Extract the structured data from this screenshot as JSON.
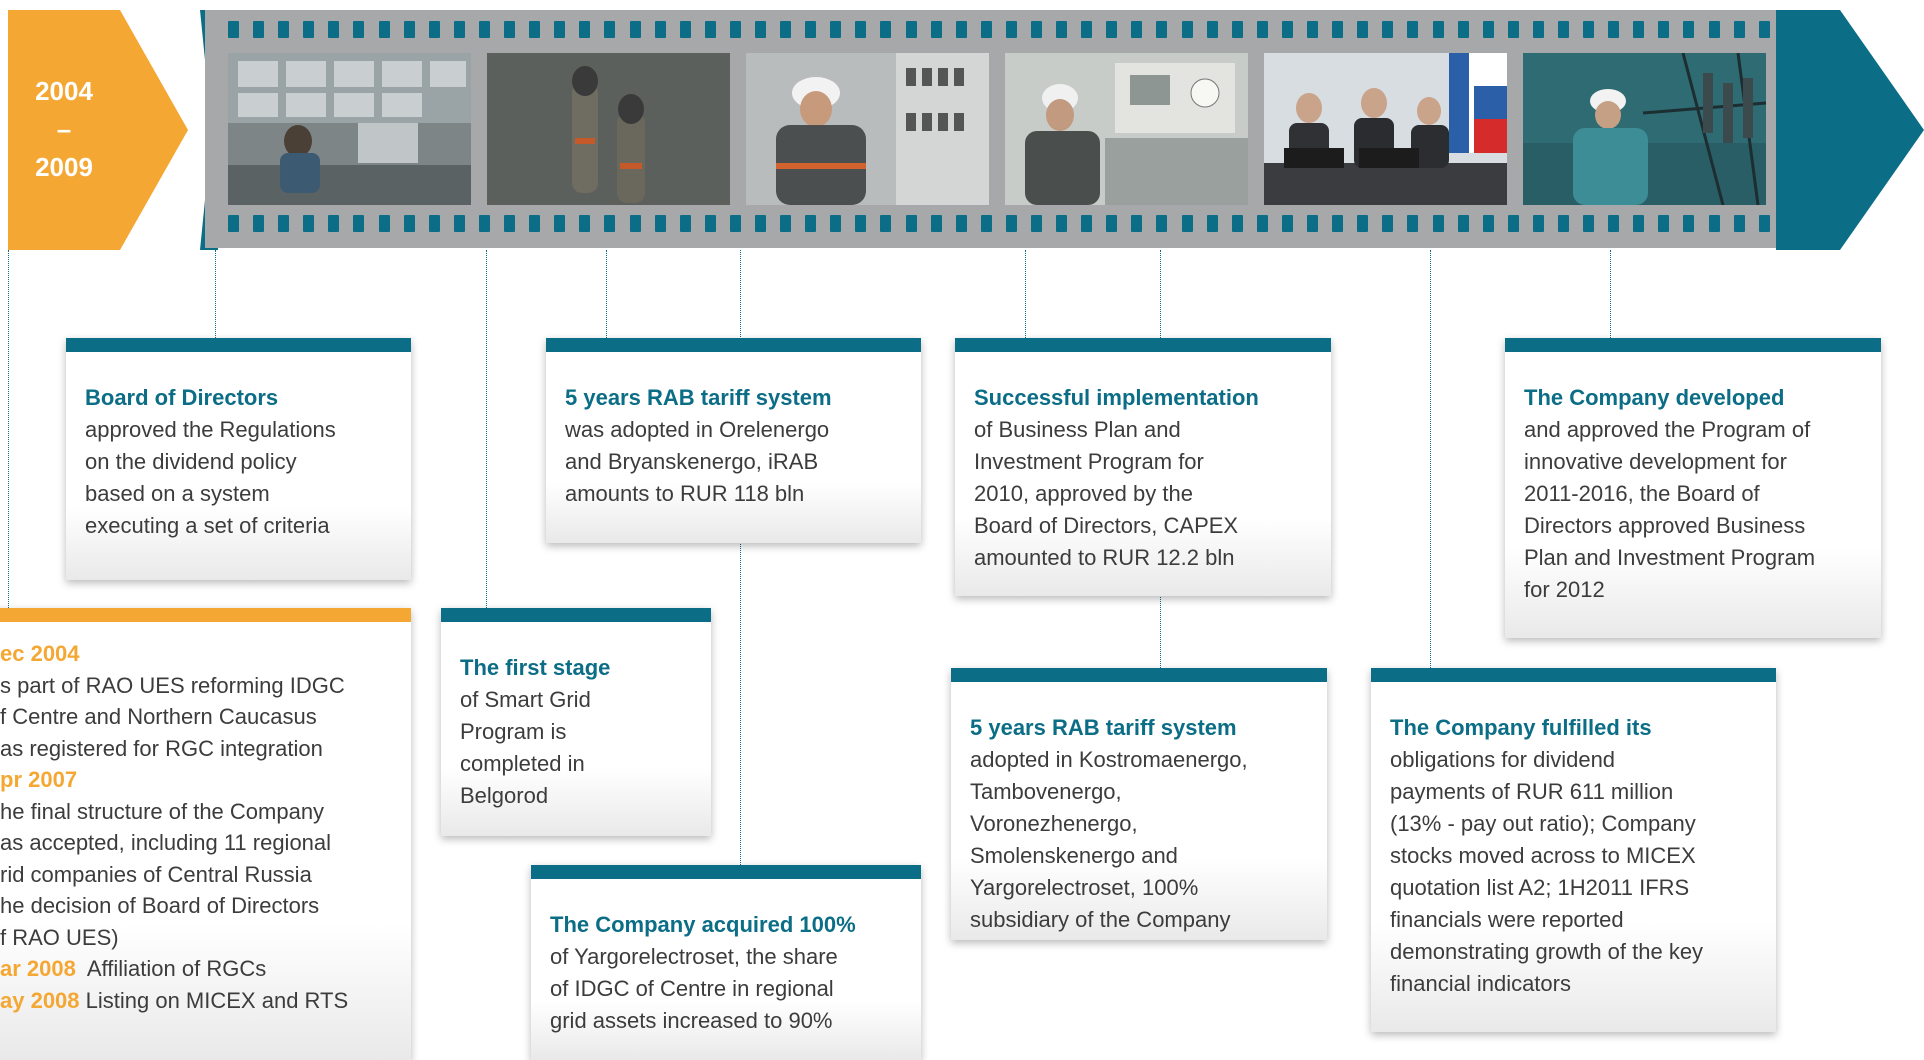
{
  "period": {
    "start": "2004",
    "dash": "–",
    "end": "2009"
  },
  "colors": {
    "accent": "#0c6d86",
    "highlight": "#f5a733",
    "film": "#a7a8aa",
    "text": "#3c3c3c"
  },
  "photos": [
    "control-room-operator",
    "workers-in-protective-suits",
    "engineer-at-electrical-panel",
    "operator-at-control-desk",
    "board-meeting-with-flags",
    "lineman-on-transmission-tower"
  ],
  "events": {
    "dividend_policy": {
      "heading": "Board of Directors",
      "lines": [
        "approved the Regulations",
        "on the dividend policy",
        "based on a system",
        "executing a set of criteria"
      ]
    },
    "rab_orel": {
      "heading": "5 years RAB tariff system",
      "lines": [
        "was adopted in Orelenergo",
        "and Bryanskenergo, iRAB",
        "amounts to RUR 118 bln"
      ]
    },
    "business_plan_2010": {
      "heading": "Successful implementation",
      "lines": [
        "of Business Plan and",
        "Investment Program for",
        "2010, approved by the",
        "Board of Directors,  CAPEX",
        "amounted to RUR 12.2 bln"
      ]
    },
    "innovation": {
      "heading": "The Company developed",
      "lines": [
        "and approved the Program of",
        "innovative development for",
        "2011-2016, the Board of",
        "Directors approved Business",
        "Plan and Investment Program",
        "for 2012"
      ]
    },
    "history": {
      "d1": "ec 2004",
      "t1": [
        "s part of RAO UES reforming IDGC",
        "f Centre and Northern Caucasus",
        "as registered for RGC integration"
      ],
      "d2": "pr 2007",
      "t2": [
        "he final structure of the Company",
        "as accepted, including 11 regional",
        "rid companies of Central Russia",
        "he decision of Board of Directors",
        "f RAO UES)"
      ],
      "d3": "ar 2008",
      "t3": "  Affiliation of RGCs",
      "d4": "ay 2008",
      "t4": " Listing on MICEX and RTS"
    },
    "smart_grid": {
      "heading": "The first stage",
      "lines": [
        "of Smart Grid",
        "Program is",
        "completed in",
        "Belgorod"
      ]
    },
    "rab_kostroma": {
      "heading": "5 years RAB tariff system",
      "lines": [
        "adopted in Kostromaenergo,",
        "Tambovenergo,",
        "Voronezhenergo,",
        "Smolenskenergo and",
        "Yargorelectroset, 100%",
        "subsidiary of the Company"
      ]
    },
    "dividends": {
      "heading": "The Company fulfilled its",
      "lines": [
        "obligations for dividend",
        "payments of RUR 611 million",
        "(13% - pay out ratio); Company",
        "stocks moved across to MICEX",
        "quotation list A2; 1H2011 IFRS",
        "financials were reported",
        "demonstrating growth of the key",
        "financial indicators"
      ]
    },
    "acquisition": {
      "heading": "The Company acquired 100%",
      "lines": [
        "of Yargorelectroset, the share",
        "of IDGC of Centre in regional",
        "grid assets increased to 90%"
      ]
    }
  }
}
